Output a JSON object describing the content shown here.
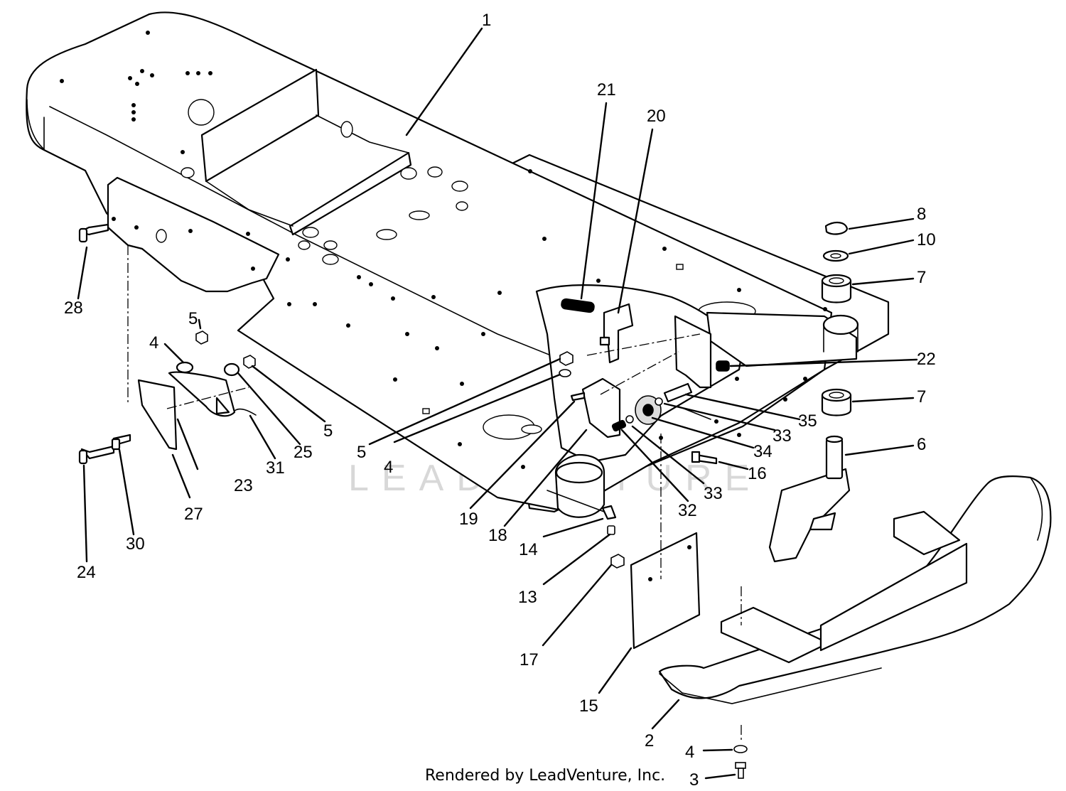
{
  "watermark": "LEADVENTURE",
  "credit": "Rendered by LeadVenture, Inc.",
  "callouts": [
    {
      "id": "c1",
      "label": "1"
    },
    {
      "id": "c21",
      "label": "21"
    },
    {
      "id": "c20",
      "label": "20"
    },
    {
      "id": "c8",
      "label": "8"
    },
    {
      "id": "c10",
      "label": "10"
    },
    {
      "id": "c7a",
      "label": "7"
    },
    {
      "id": "c22",
      "label": "22"
    },
    {
      "id": "c7b",
      "label": "7"
    },
    {
      "id": "c6",
      "label": "6"
    },
    {
      "id": "c35",
      "label": "35"
    },
    {
      "id": "c33a",
      "label": "33"
    },
    {
      "id": "c34",
      "label": "34"
    },
    {
      "id": "c16",
      "label": "16"
    },
    {
      "id": "c33b",
      "label": "33"
    },
    {
      "id": "c32",
      "label": "32"
    },
    {
      "id": "c28",
      "label": "28"
    },
    {
      "id": "c5a",
      "label": "5"
    },
    {
      "id": "c4a",
      "label": "4"
    },
    {
      "id": "c5b",
      "label": "5"
    },
    {
      "id": "c25",
      "label": "25"
    },
    {
      "id": "c31",
      "label": "31"
    },
    {
      "id": "c23",
      "label": "23"
    },
    {
      "id": "c27",
      "label": "27"
    },
    {
      "id": "c30",
      "label": "30"
    },
    {
      "id": "c24",
      "label": "24"
    },
    {
      "id": "c5c",
      "label": "5"
    },
    {
      "id": "c4b",
      "label": "4"
    },
    {
      "id": "c19",
      "label": "19"
    },
    {
      "id": "c18",
      "label": "18"
    },
    {
      "id": "c14",
      "label": "14"
    },
    {
      "id": "c13",
      "label": "13"
    },
    {
      "id": "c17",
      "label": "17"
    },
    {
      "id": "c15",
      "label": "15"
    },
    {
      "id": "c2",
      "label": "2"
    },
    {
      "id": "c4c",
      "label": "4"
    },
    {
      "id": "c3",
      "label": "3"
    }
  ]
}
